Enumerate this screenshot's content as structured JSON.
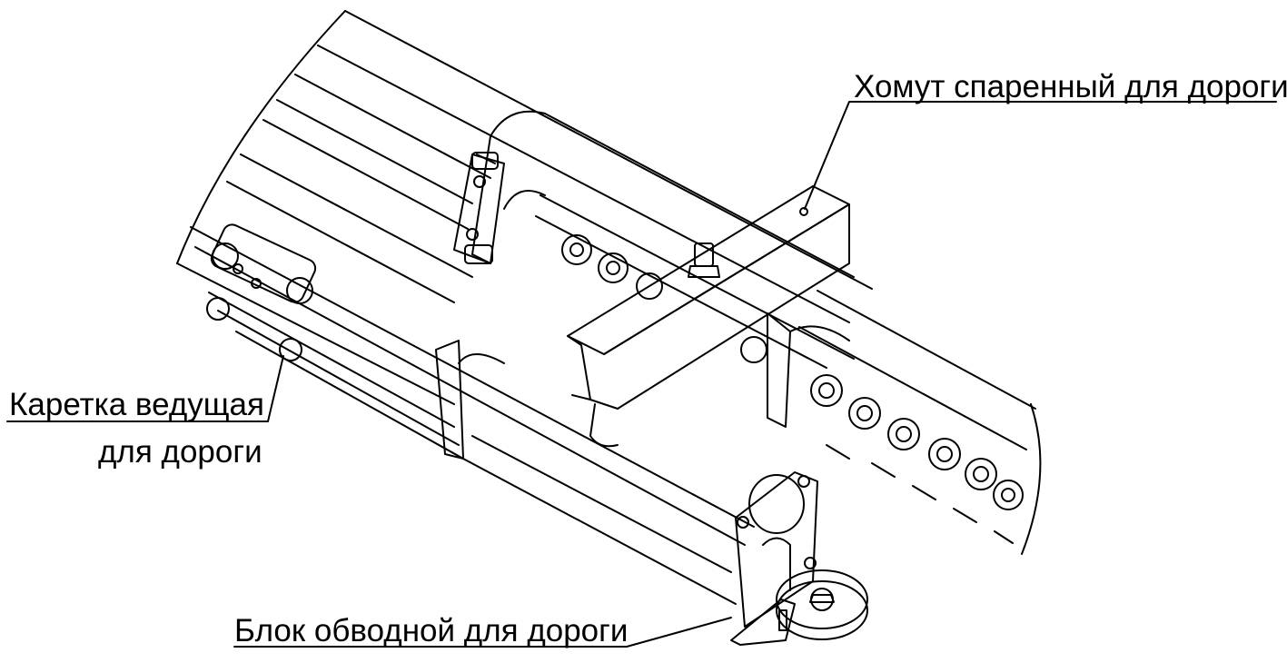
{
  "labels": {
    "clamp": "Хомут спаренный для дороги",
    "carriage_line1": "Каретка ведущая",
    "carriage_line2": "для дороги",
    "pulley": "Блок обводной для дороги"
  },
  "colors": {
    "line": "#000000",
    "background": "#ffffff"
  }
}
